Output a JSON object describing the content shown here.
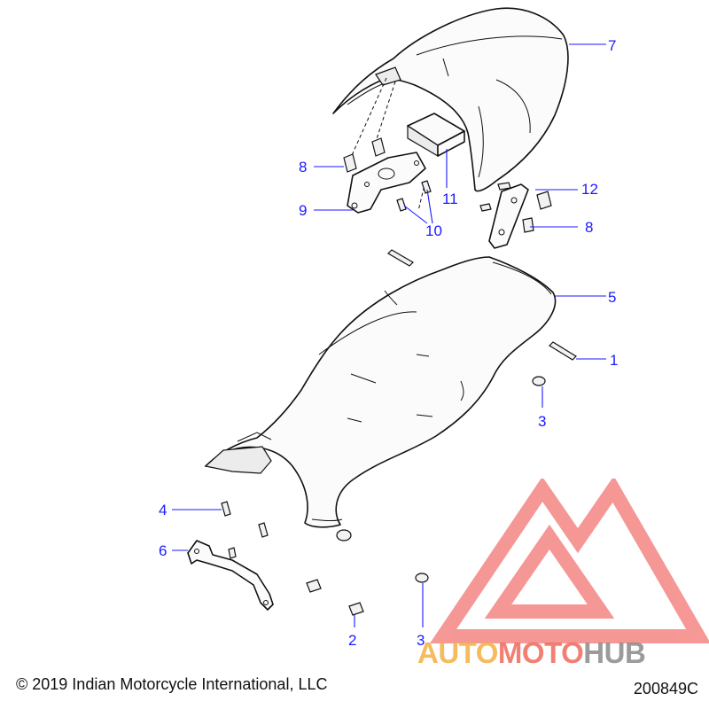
{
  "callouts": [
    {
      "num": "7"
    },
    {
      "num": "8"
    },
    {
      "num": "9"
    },
    {
      "num": "10"
    },
    {
      "num": "11"
    },
    {
      "num": "12"
    },
    {
      "num": "8"
    },
    {
      "num": "5"
    },
    {
      "num": "1"
    },
    {
      "num": "3"
    },
    {
      "num": "4"
    },
    {
      "num": "6"
    },
    {
      "num": "2"
    },
    {
      "num": "3"
    }
  ],
  "footer": {
    "copyright": "© 2019 Indian Motorcycle International, LLC",
    "figure_id": "200849C"
  },
  "watermark": {
    "word_part1": "AUTO",
    "word_part2": "MOTO",
    "word_part3": "HUB",
    "colors": {
      "logo": "#ef5350",
      "auto": "#f5b041",
      "moto": "#ef6b5b",
      "hub": "#8a8a8a"
    }
  },
  "colors": {
    "callout": "#1a1aff",
    "lines": "#111111"
  }
}
